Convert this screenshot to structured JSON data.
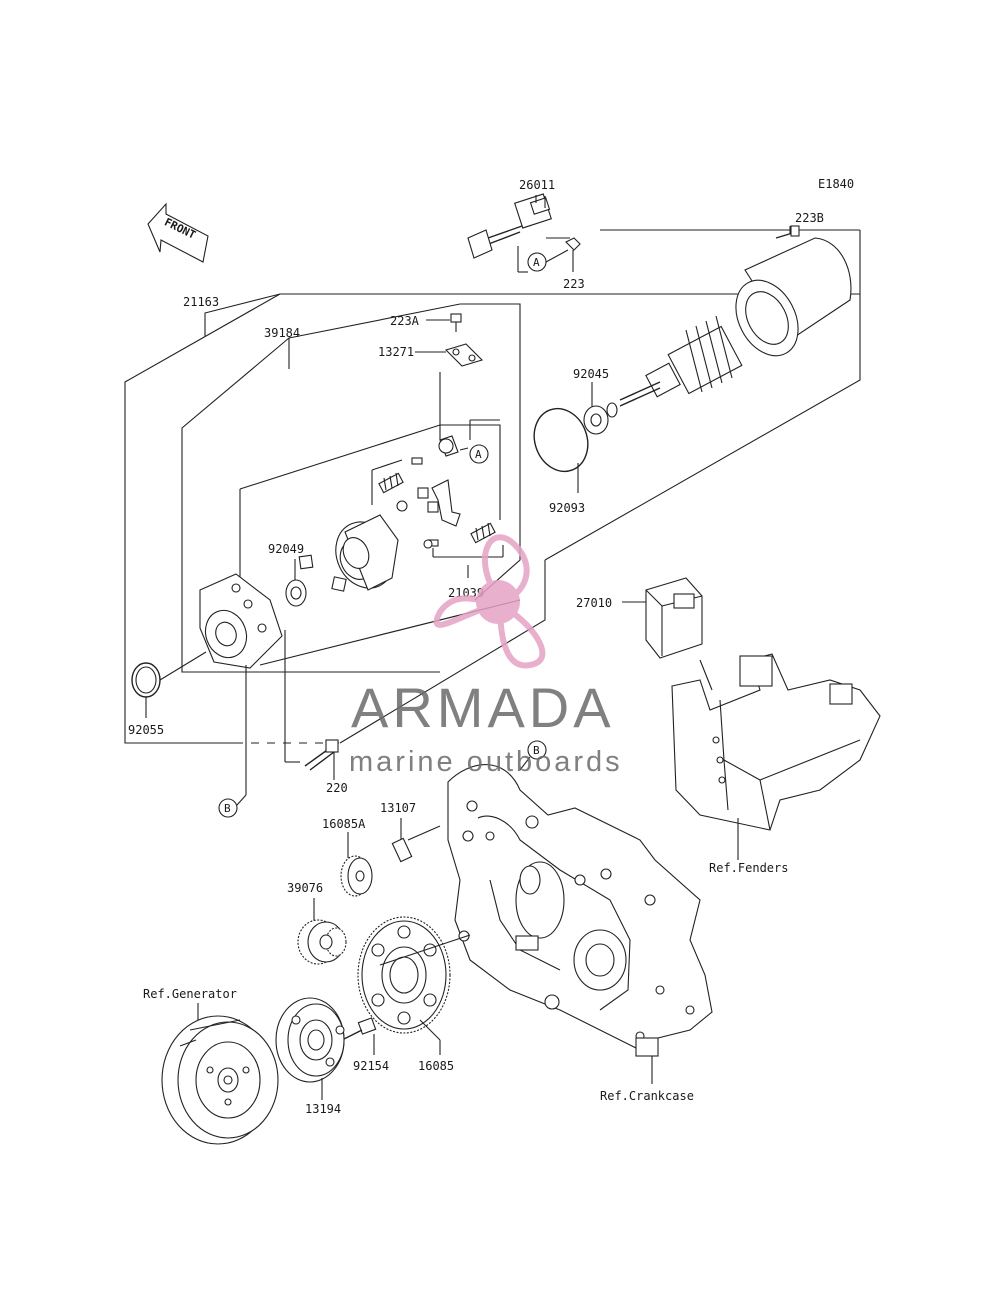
{
  "diagram": {
    "code": "E1840",
    "front_label": "FRONT",
    "callout_a": "A",
    "callout_b": "B",
    "parts": {
      "p26011": "26011",
      "p223": "223",
      "p223B": "223B",
      "p21163": "21163",
      "p223A": "223A",
      "p13271": "13271",
      "p39184": "39184",
      "p92045": "92045",
      "p92093": "92093",
      "p92049": "92049",
      "p21039": "21039",
      "p27010": "27010",
      "p92055": "92055",
      "p220": "220",
      "p13107": "13107",
      "p16085A": "16085A",
      "p39076": "39076",
      "p92154": "92154",
      "p16085": "16085",
      "p13194": "13194"
    },
    "refs": {
      "fenders": "Ref.Fenders",
      "generator": "Ref.Generator",
      "crankcase": "Ref.Crankcase"
    }
  },
  "watermark": {
    "brand": "ARMADA",
    "tagline": "marine outboards",
    "colors": {
      "logo": "#e6a3c5",
      "text": "#6a6a6a"
    }
  }
}
